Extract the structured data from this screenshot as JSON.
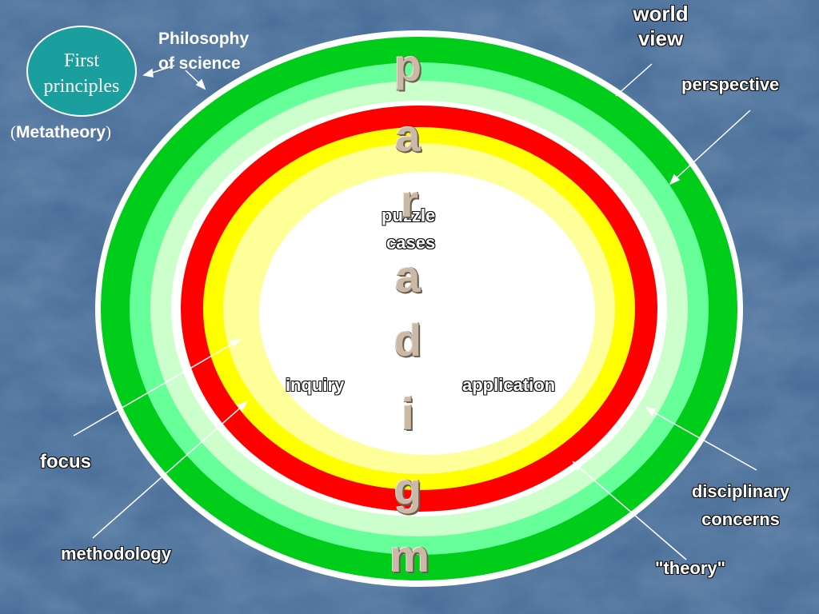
{
  "circle": {
    "line1": "First",
    "line2": "principles"
  },
  "metatheory": {
    "open": "(",
    "text": "Metatheory",
    "close": ")"
  },
  "philosophy": {
    "line1": "Philosophy",
    "line2": "of science"
  },
  "world_view": {
    "line1": "world",
    "line2": "view"
  },
  "labels": {
    "perspective": "perspective",
    "puzzle": "puzzle",
    "cases": "cases",
    "inquiry": "inquiry",
    "application": "application",
    "focus": "focus",
    "disciplinary": "disciplinary",
    "concerns": "concerns",
    "methodology": "methodology",
    "theory": "\"theory\""
  },
  "paradigm_letters": [
    "p",
    "a",
    "r",
    "a",
    "d",
    "i",
    "g",
    "m"
  ],
  "colors": {
    "background": "#4a6e99",
    "outer_ring": "#00cc1a",
    "ring2": "#66ff99",
    "ring3": "#ccffcc",
    "red_ring": "#ff0000",
    "yellow_ring": "#ffff00",
    "pale_yellow_ring": "#ffff99",
    "circle_fill": "#1a9e9e"
  }
}
